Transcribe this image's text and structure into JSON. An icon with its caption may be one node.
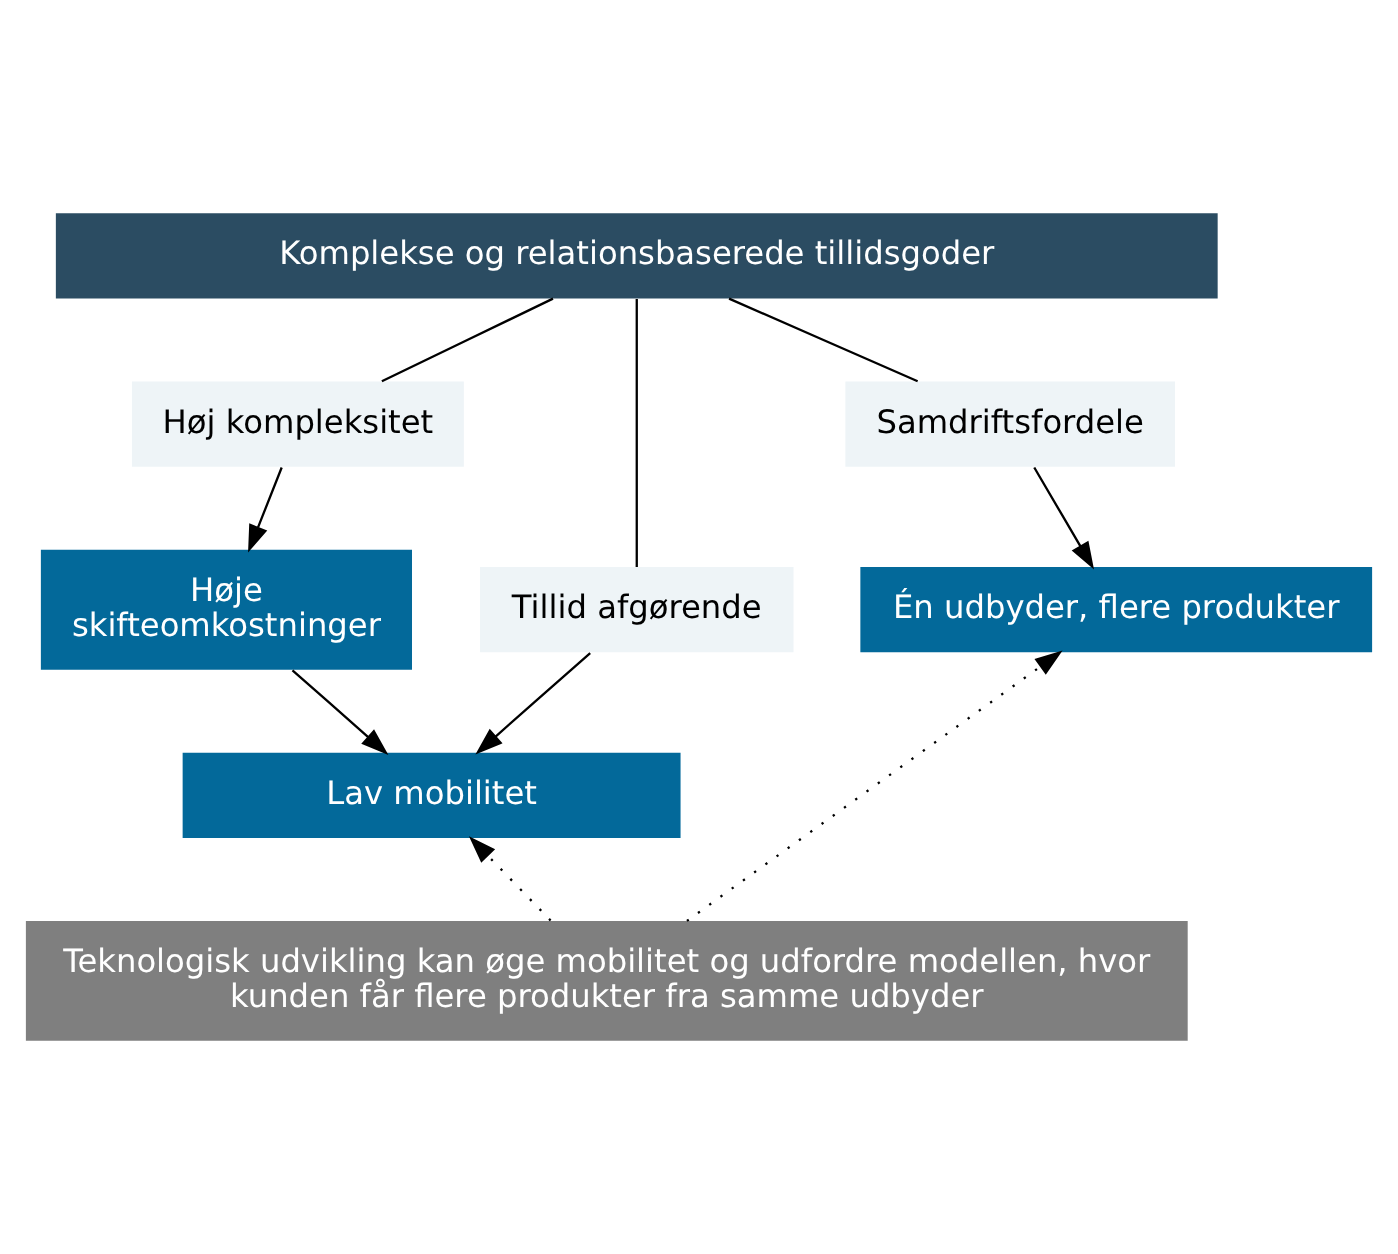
{
  "diagram": {
    "nodes": [
      {
        "text": [
          "Komplekse og relationsbaserede tillidsgoder"
        ]
      },
      {
        "text": [
          "Høj kompleksitet"
        ]
      },
      {
        "text": [
          "Tillid afgørende"
        ]
      },
      {
        "text": [
          "Høje skifteomkostninger"
        ]
      },
      {
        "text": [
          "Samdriftsfordele"
        ]
      },
      {
        "text": [
          "Lav mobilitet"
        ]
      },
      {
        "text": [
          "Én udbyder, flere produkter"
        ]
      },
      {
        "text": [
          "Teknologisk udvikling kan øge mobilitet og udfordre modellen, hvor kunden får flere produkter fra samme udbyder"
        ]
      }
    ],
    "edges": [
      {
        "from": 0,
        "to": 1,
        "arrow": "none"
      },
      {
        "from": 1,
        "to": 3,
        "arrow": "to"
      },
      {
        "from": 3,
        "to": 5,
        "arrow": "to"
      },
      {
        "from": 0,
        "to": 2,
        "arrow": "none"
      },
      {
        "from": 2,
        "to": 5,
        "arrow": "to"
      },
      {
        "from": 0,
        "to": 4,
        "arrow": "none"
      },
      {
        "from": 4,
        "to": 6,
        "arrow": "to"
      },
      {
        "from": 7,
        "to": 5,
        "arrow": "to",
        "style": "dashed"
      },
      {
        "from": 7,
        "to": 6,
        "arrow": "to",
        "style": "dashed"
      }
    ]
  }
}
